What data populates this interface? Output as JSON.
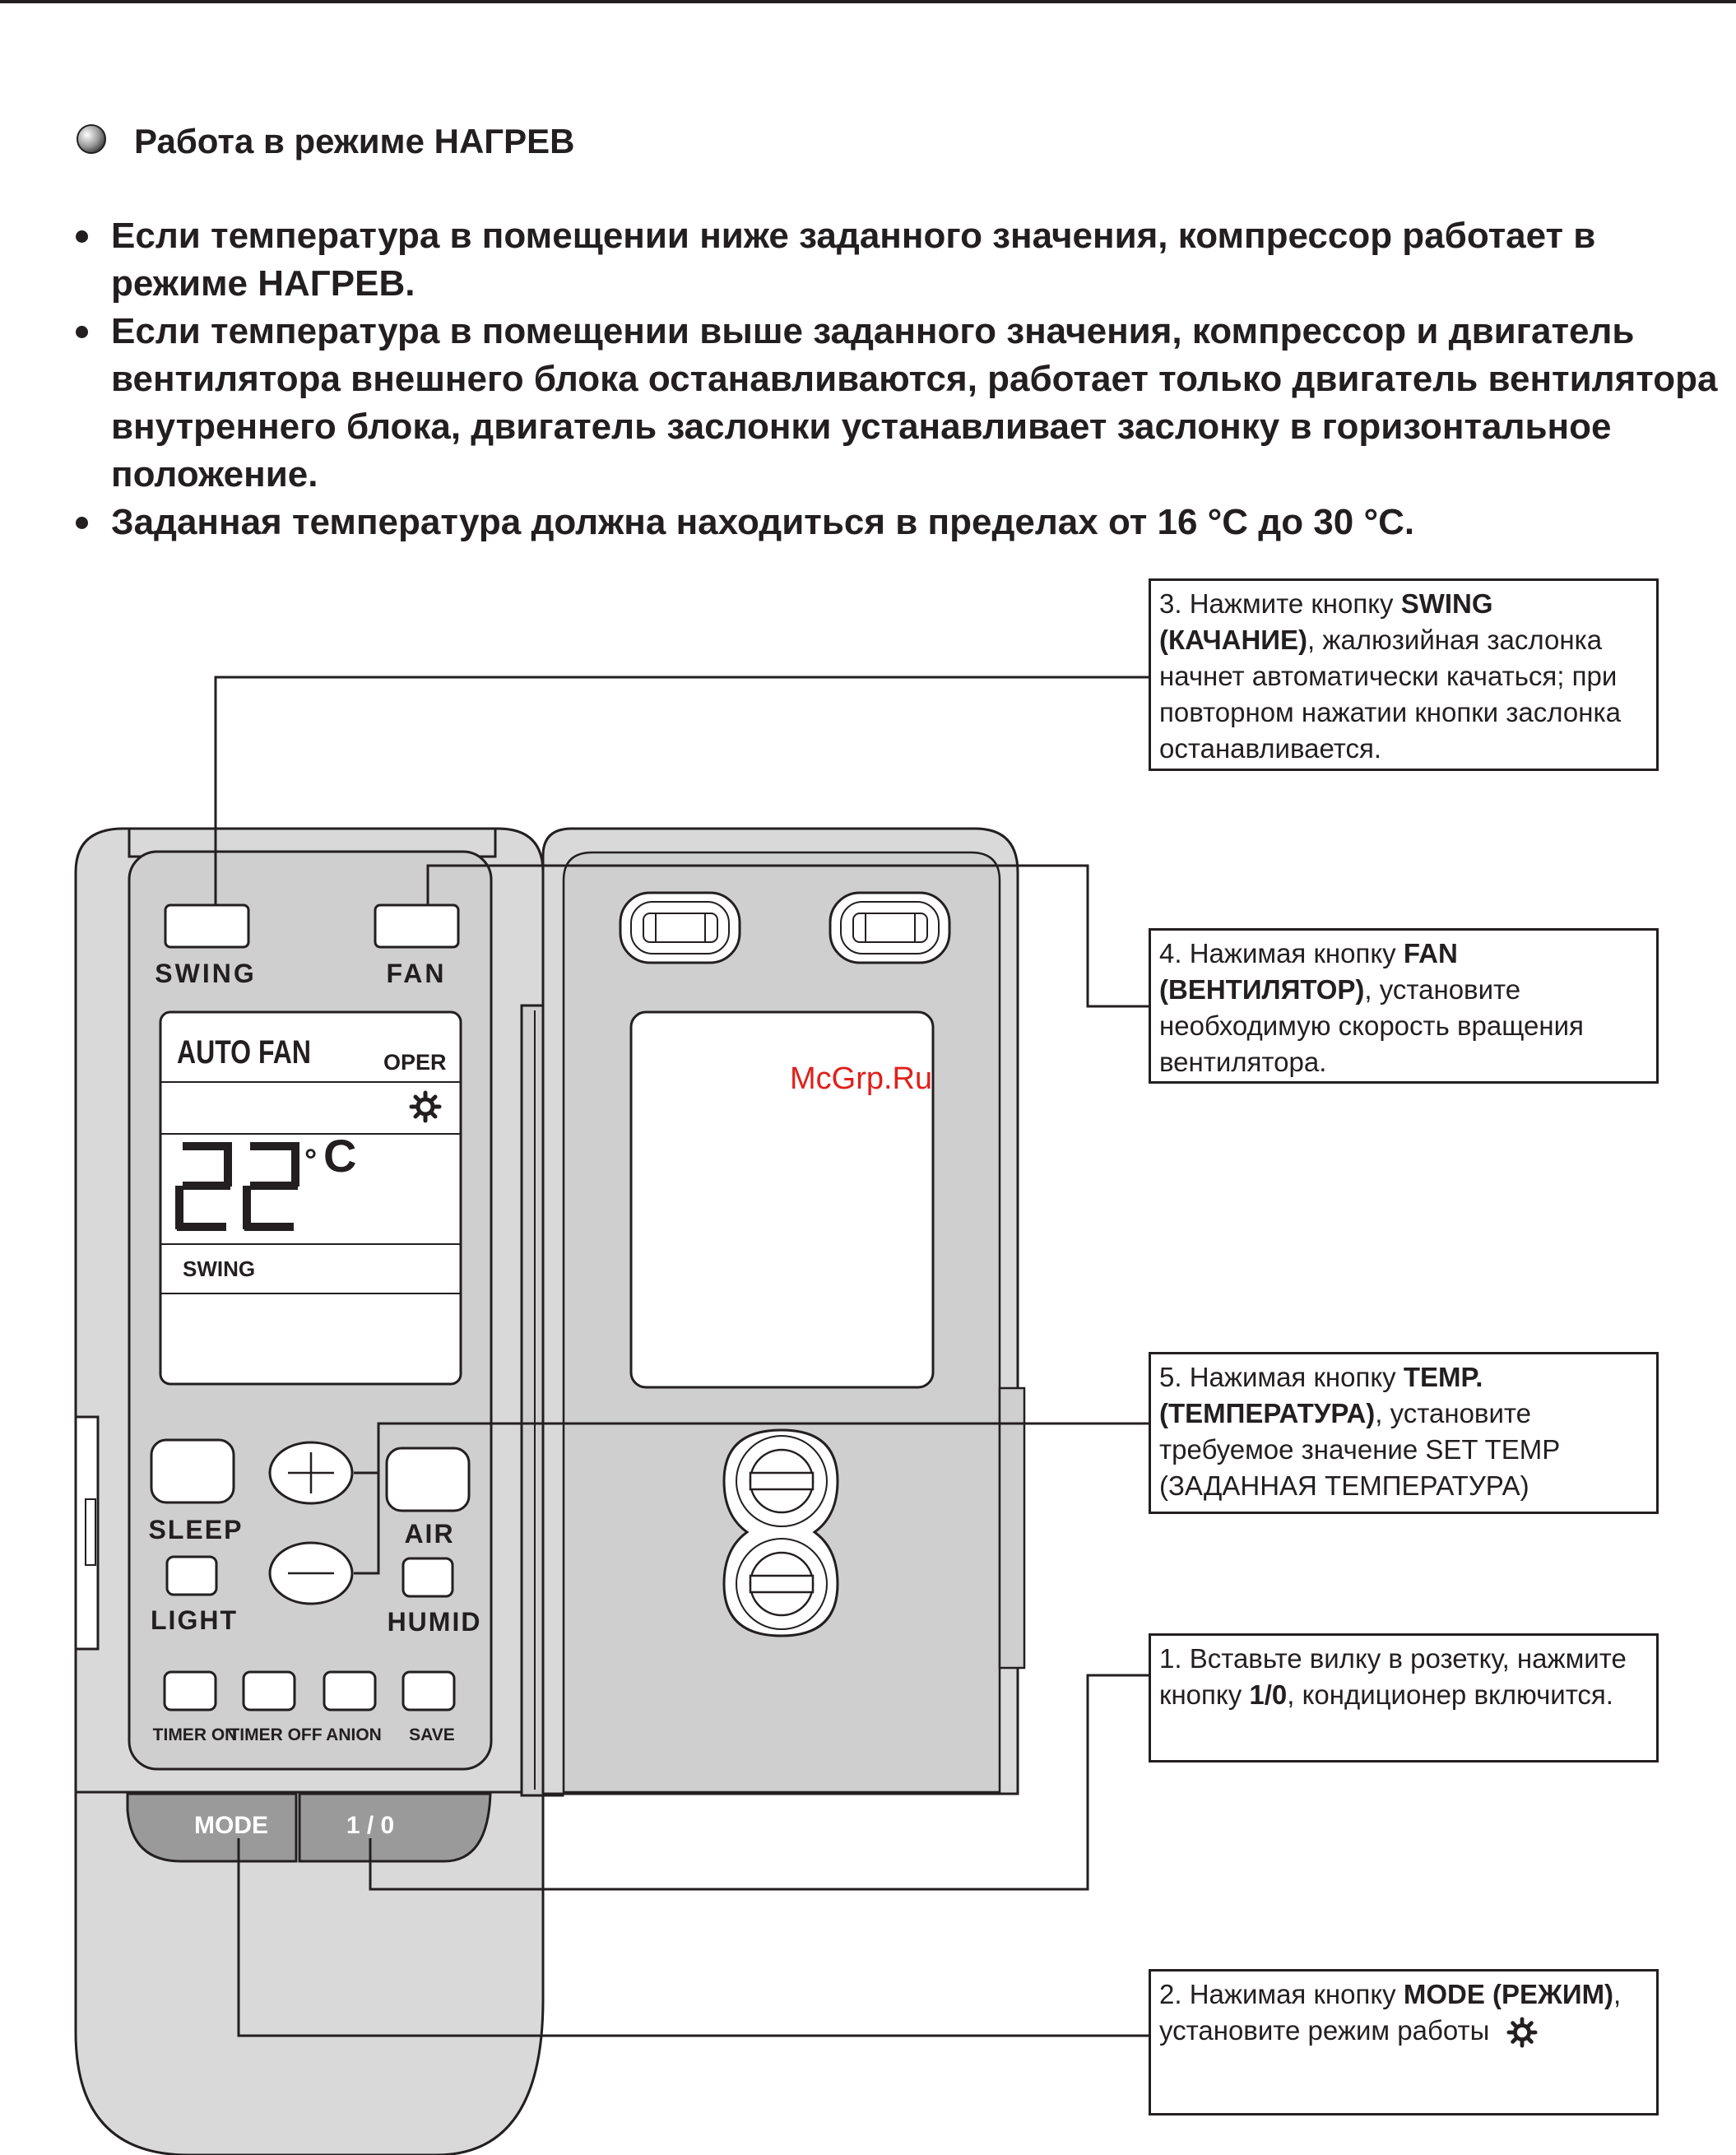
{
  "heading": "Работа в режиме НАГРЕВ",
  "bullets": [
    "Если температура в помещении ниже заданного значения, компрессор работает в режиме НАГРЕВ.",
    "Если температура в помещении выше заданного значения, компрессор и двигатель вентилятора внешнего блока останавливаются, работает только двигатель вентилятора внутреннего блока,  двигатель заслонки устанавливает заслонку в горизонтальное положение.",
    "Заданная температура должна находиться в пределах от 16 °С до 30 °С."
  ],
  "callouts": {
    "swing": {
      "number": "3.",
      "pre": "Нажмите кнопку",
      "bold": "SWING (КАЧАНИЕ)",
      "post": ", жалюзийная заслонка начнет автоматически качаться; при повторном нажатии кнопки заслонка останавливается."
    },
    "fan": {
      "number": "4.",
      "pre": "Нажимая кнопку",
      "bold": "FAN (ВЕНТИЛЯТОР)",
      "post": ", установите необходимую скорость вращения вентилятора."
    },
    "temp": {
      "number": "5.",
      "pre": "Нажимая кнопку",
      "bold": "TEMP. (ТЕМПЕРАТУРА)",
      "post": ", установите требуемое значение SET TEMP (ЗАДАННАЯ ТЕМПЕРАТУРА)"
    },
    "power": {
      "number": "1.",
      "pre": "Вставьте вилку в розетку, нажмите кнопку",
      "bold": "1/0",
      "post": ", кондиционер включится."
    },
    "mode": {
      "number": "2.",
      "pre": "Нажимая кнопку",
      "bold": "MODE (РЕЖИМ)",
      "post": ", установите режим работы"
    }
  },
  "remote": {
    "buttons": {
      "swing": "SWING",
      "fan": "FAN",
      "sleep": "SLEEP",
      "air": "AIR",
      "light": "LIGHT",
      "humid": "HUMID",
      "timer_on": "TIMER ON",
      "timer_off": "TIMER OFF",
      "anion": "ANION",
      "save": "SAVE",
      "mode": "MODE",
      "power": "1 / 0"
    },
    "display": {
      "fan_mode": "AUTO  FAN",
      "oper": "OPER",
      "temperature": "22",
      "unit_symbol": "°",
      "unit": "C",
      "swing": "SWING"
    }
  },
  "watermark": "McGrp.Ru",
  "icons": [
    "heat-mode-gear-icon",
    "plus-icon",
    "minus-icon",
    "round-bullet-icon"
  ],
  "colors": {
    "ink": "#231f20",
    "remote_body": "#d9d9d9",
    "panel": "#cfcfcf",
    "watermark": "#e0201b"
  }
}
